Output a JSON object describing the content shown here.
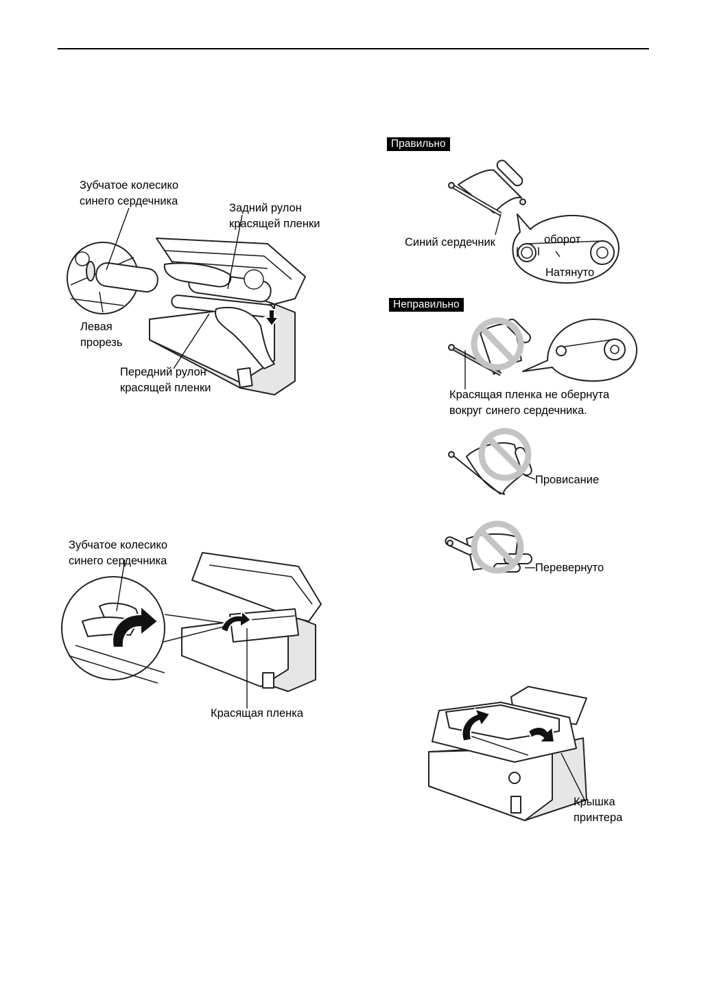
{
  "labels": {
    "gear_top_line1": "Зубчатое колесико",
    "gear_top_line2": "синего сердечника",
    "rear_roll_line1": "Задний рулон",
    "rear_roll_line2": "красящей пленки",
    "left_slot_line1": "Левая",
    "left_slot_line2": "прорезь",
    "front_roll_line1": "Передний рулон",
    "front_roll_line2": "красящей пленки",
    "gear_bottom_line1": "Зубчатое колесико",
    "gear_bottom_line2": "синего сердечника",
    "ink_film": "Красящая пленка",
    "correct": "Правильно",
    "blue_core": "Синий сердечник",
    "turn": "оборот",
    "taut": "Натянуто",
    "incorrect": "Неправильно",
    "not_wrapped_line1": "Красящая пленка не обернута",
    "not_wrapped_line2": "вокруг синего сердечника.",
    "sagging": "Провисание",
    "flipped": "Перевернуто",
    "printer_cover_line1": "Крышка",
    "printer_cover_line2": "принтера"
  },
  "icons": [
    "no-sign-icon",
    "curved-arrow-icon",
    "down-arrow-icon"
  ]
}
